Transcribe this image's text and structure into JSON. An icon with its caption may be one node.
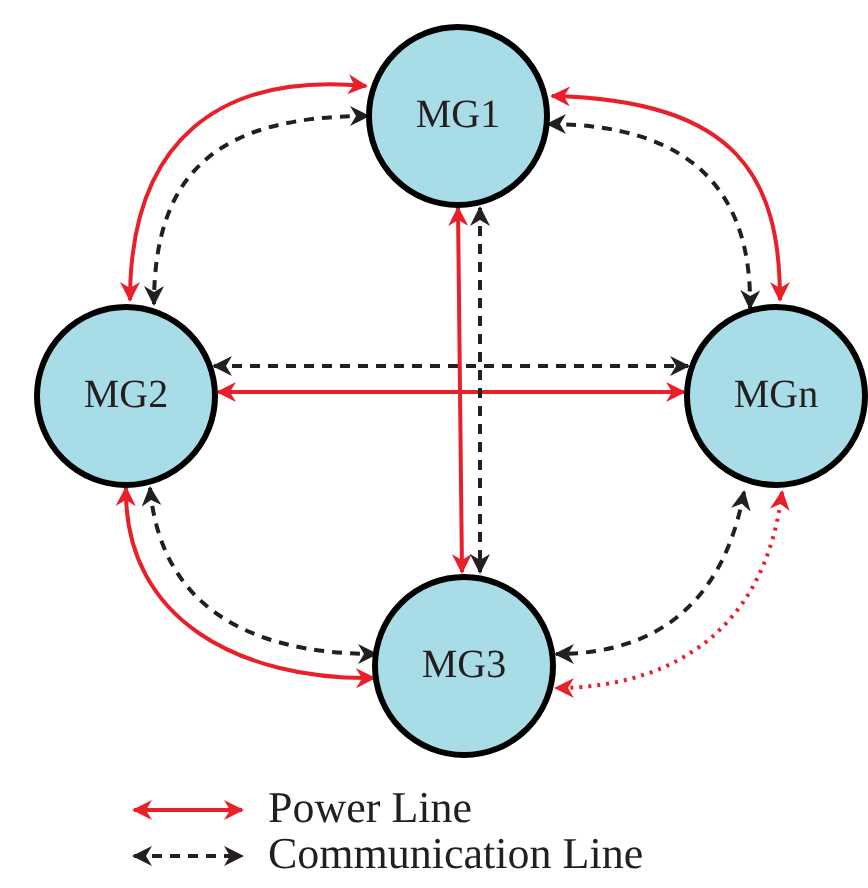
{
  "diagram": {
    "nodes": [
      {
        "text": [
          "MG1"
        ]
      },
      {
        "text": [
          "MG2"
        ]
      },
      {
        "text": [
          "MGn"
        ]
      },
      {
        "text": [
          "MG3"
        ]
      }
    ],
    "edges": [
      {
        "from": 0,
        "to": 1,
        "arrow": "both",
        "color": "#e8202a"
      },
      {
        "from": 0,
        "to": 1,
        "arrow": "both",
        "style": "dashed",
        "color": "#231f20"
      },
      {
        "from": 0,
        "to": 2,
        "arrow": "both",
        "color": "#e8202a"
      },
      {
        "from": 0,
        "to": 2,
        "arrow": "both",
        "style": "dashed",
        "color": "#231f20"
      },
      {
        "from": 1,
        "to": 2,
        "arrow": "both",
        "color": "#e8202a"
      },
      {
        "from": 1,
        "to": 2,
        "arrow": "both",
        "style": "dashed",
        "color": "#231f20"
      },
      {
        "from": 0,
        "to": 3,
        "arrow": "both",
        "color": "#e8202a"
      },
      {
        "from": 0,
        "to": 3,
        "arrow": "both",
        "style": "dashed",
        "color": "#231f20"
      },
      {
        "from": 1,
        "to": 3,
        "arrow": "both",
        "color": "#e8202a"
      },
      {
        "from": 1,
        "to": 3,
        "arrow": "both",
        "style": "dashed",
        "color": "#231f20"
      },
      {
        "from": 2,
        "to": 3,
        "arrow": "both",
        "style": "dashed",
        "color": "#231f20"
      },
      {
        "from": 2,
        "to": 3,
        "arrow": "both",
        "style": "dashed",
        "color": "#e8202a"
      }
    ],
    "legend": [
      {
        "text": "Power Line"
      },
      {
        "text": "Communication Line"
      }
    ]
  }
}
